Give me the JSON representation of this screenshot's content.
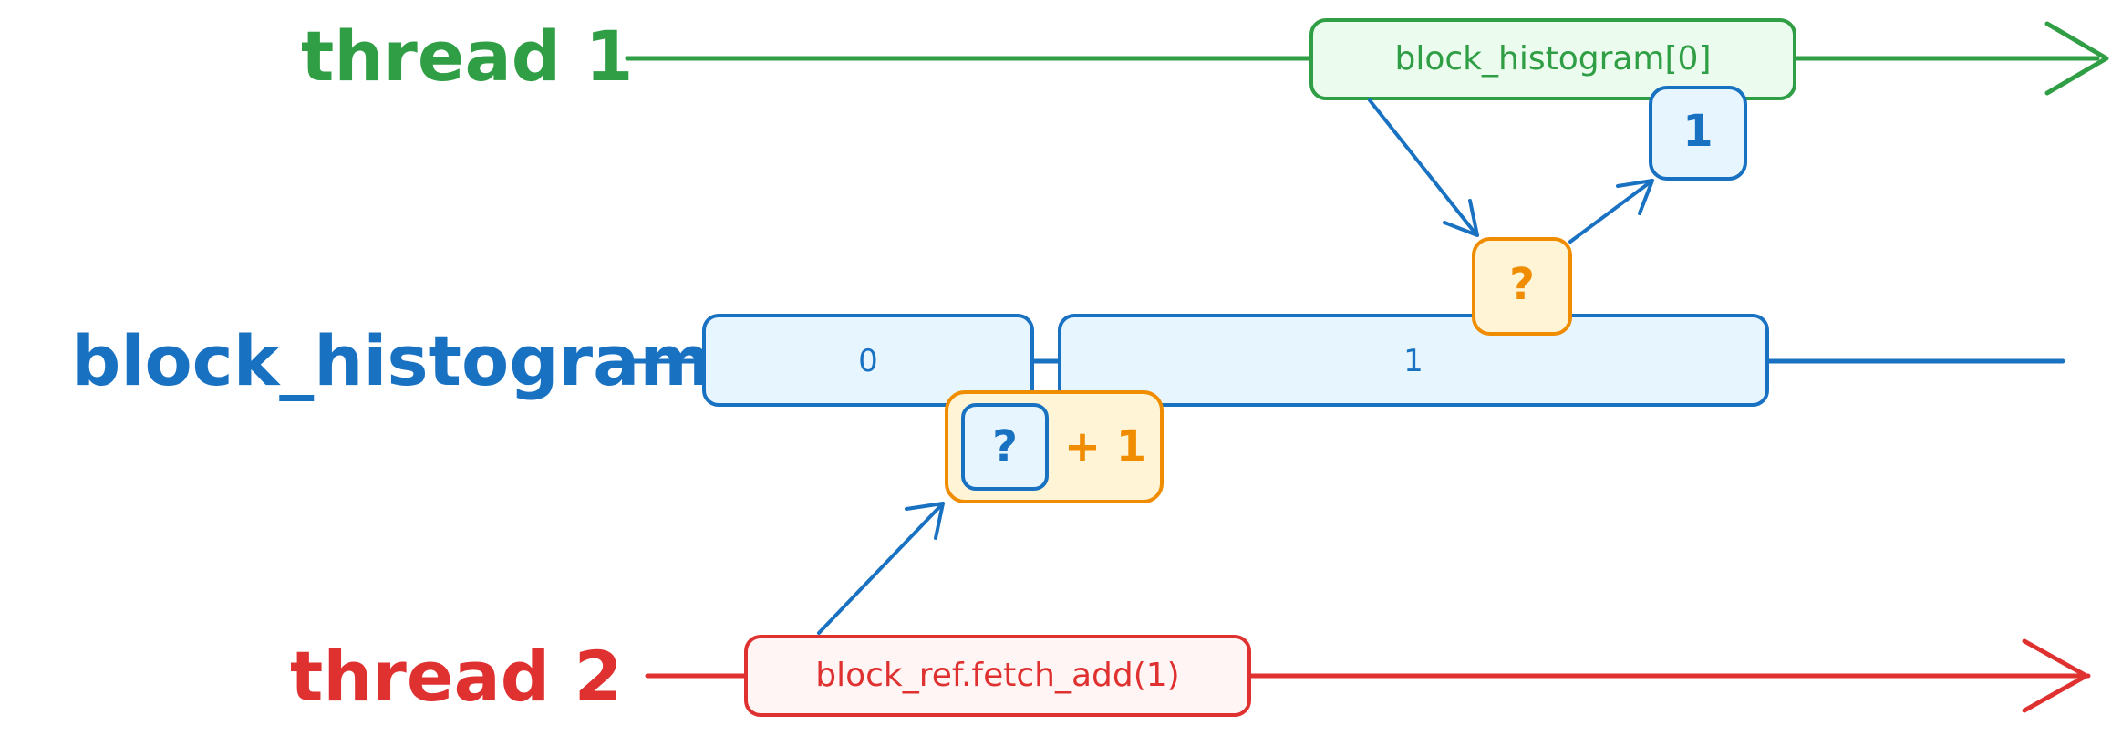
{
  "rows": {
    "thread1": {
      "label": "thread 1"
    },
    "histogram": {
      "label": "block_histogram"
    },
    "thread2": {
      "label": "thread 2"
    }
  },
  "boxes": {
    "read": {
      "label": "block_histogram[0]"
    },
    "fetch_add": {
      "label": "block_ref.fetch_add(1)"
    },
    "read_result": {
      "label": "1"
    },
    "read_unknown": {
      "label": "?"
    },
    "add_unknown": {
      "label": "?"
    },
    "add_increment": {
      "label": "+ 1"
    }
  },
  "cells": [
    {
      "label": "0"
    },
    {
      "label": "1"
    }
  ],
  "colors": {
    "green": "#2f9e44",
    "green_fill": "#ebfbee",
    "blue": "#1971c2",
    "blue_fill": "#e7f5ff",
    "orange": "#f08c00",
    "orange_fill": "#fff4d6",
    "red": "#e03131",
    "red_fill": "#fff5f5"
  }
}
